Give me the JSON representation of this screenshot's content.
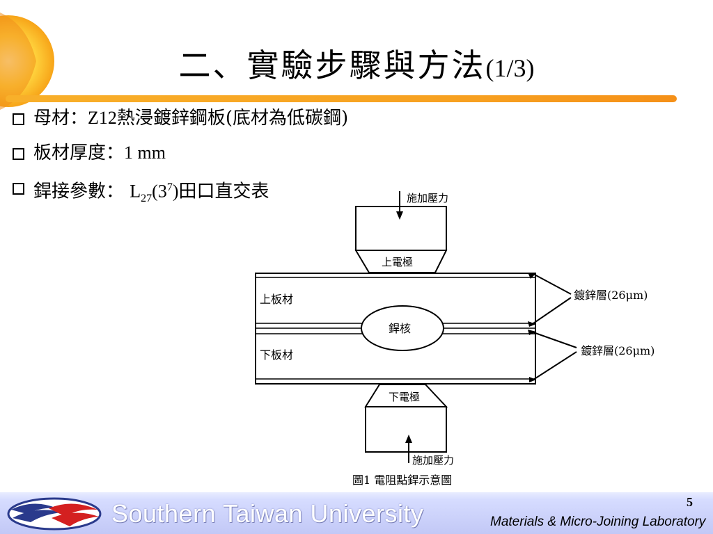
{
  "slide": {
    "title_main": "二、實驗步驟與方法",
    "title_sub": "(1/3)",
    "page_number": "5"
  },
  "bullets": [
    {
      "label": "母材：",
      "value": "Z12",
      "rest": "熱浸鍍鋅鋼板(底材為低碳鋼)"
    },
    {
      "label": "板材厚度：",
      "value": "1 mm"
    },
    {
      "label": "銲接參數：",
      "L": "L",
      "L_sub": "27",
      "paren_open": "(3",
      "L_sup": "7",
      "paren_close": ")",
      "rest": "田口直交表"
    }
  ],
  "diagram": {
    "force_top": "施加壓力",
    "upper_electrode": "上電極",
    "upper_sheet": "上板材",
    "nugget": "銲核",
    "lower_sheet": "下板材",
    "lower_electrode": "下電極",
    "force_bottom": "施加壓力",
    "coating_top": "鍍鋅層(26μm)",
    "coating_bottom": "鍍鋅層(26μm)",
    "caption": "圖1 電阻點銲示意圖"
  },
  "footer": {
    "university": "Southern Taiwan University",
    "lab": "Materials & Micro-Joining Laboratory"
  },
  "colors": {
    "bar_orange": "#f5a020",
    "accent_yellow": "#ffd23c",
    "footer_blue": "#c8cdf6",
    "logo_blue": "#2a3a8c",
    "logo_red": "#d42020"
  }
}
